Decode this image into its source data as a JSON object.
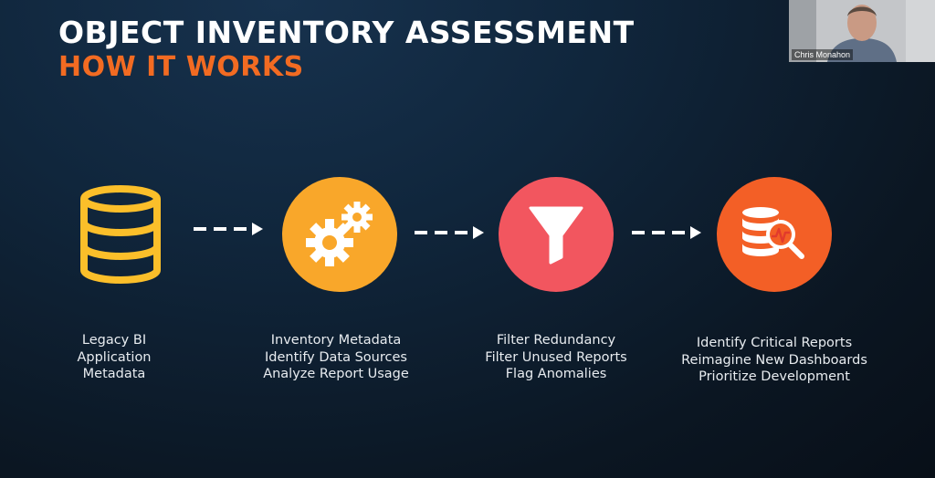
{
  "slide": {
    "title": "OBJECT INVENTORY ASSESSMENT",
    "subtitle": "HOW IT WORKS",
    "colors": {
      "title": "#ffffff",
      "subtitle": "#f26b22",
      "database": "#fbbf2a",
      "gears": "#f9a72a",
      "filter": "#f2565f",
      "analytics": "#f35f26",
      "arrow": "#ffffff"
    },
    "steps": [
      {
        "icon": "database-icon",
        "lines": [
          "Legacy BI",
          "Application",
          "Metadata"
        ]
      },
      {
        "icon": "gears-icon",
        "lines": [
          "Inventory Metadata",
          "Identify Data Sources",
          "Analyze Report Usage"
        ]
      },
      {
        "icon": "funnel-icon",
        "lines": [
          "Filter Redundancy",
          "Filter Unused Reports",
          "Flag Anomalies"
        ]
      },
      {
        "icon": "database-analytics-icon",
        "lines": [
          "Identify Critical Reports",
          "Reimagine New Dashboards",
          "Prioritize Development"
        ]
      }
    ]
  },
  "webcam": {
    "participant_name": "Chris Monahon"
  }
}
